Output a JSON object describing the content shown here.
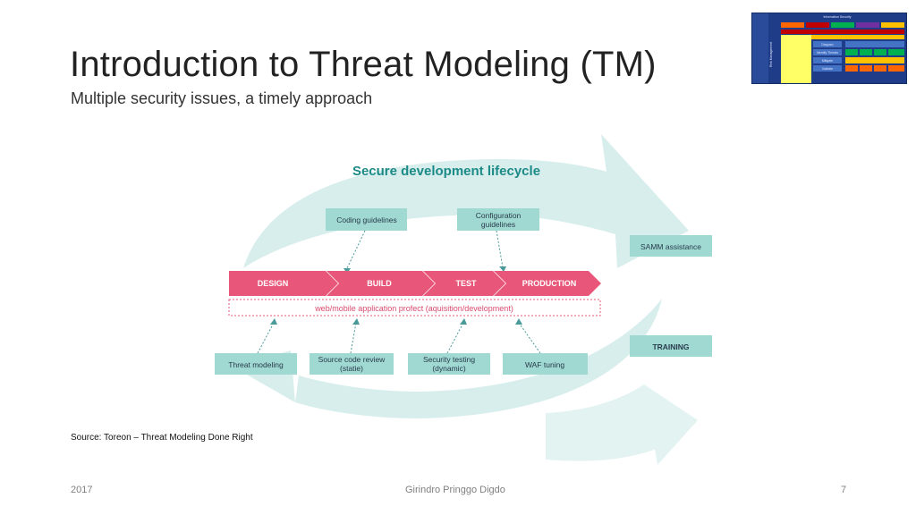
{
  "slide": {
    "title": "Introduction to Threat Modeling (TM)",
    "subtitle": "Multiple security issues, a timely approach",
    "source": "Source: Toreon – Threat Modeling Done Right"
  },
  "footer": {
    "year": "2017",
    "author": "Girindro Pringgo Digdo",
    "page": "7"
  },
  "diagram": {
    "title": "Secure development lifecycle",
    "phases": [
      "DESIGN",
      "BUILD",
      "TEST",
      "PRODUCTION"
    ],
    "project_label": "web/mobile application profect (aquisition/development)",
    "top_boxes": [
      {
        "label": "Coding guidelines"
      },
      {
        "label_line1": "Configuration",
        "label_line2": "guidelines"
      }
    ],
    "bottom_boxes": [
      {
        "label": "Threat modeling"
      },
      {
        "label_line1": "Source code review",
        "label_line2": "(statie)"
      },
      {
        "label_line1": "Security testing",
        "label_line2": "(dynamic)"
      },
      {
        "label": "WAF tuning"
      }
    ],
    "side_boxes": [
      "SAMM assistance",
      "TRAINING"
    ],
    "colors": {
      "phase": "#e8577a",
      "box": "#9fd9d2",
      "arrow": "#d7eeec",
      "title": "#1c8a87",
      "dashed": "#e8577a"
    }
  },
  "thumbnail": {
    "header": "Information Security",
    "side": "Risk Management",
    "row_labels": [
      "Diagram",
      "Identify Threats",
      "Mitigate",
      "Validate"
    ],
    "colors": [
      "#c00000",
      "#00b050",
      "#7030a0",
      "#ffc000",
      "#ff6600",
      "#ffff66",
      "#4472c4"
    ]
  }
}
